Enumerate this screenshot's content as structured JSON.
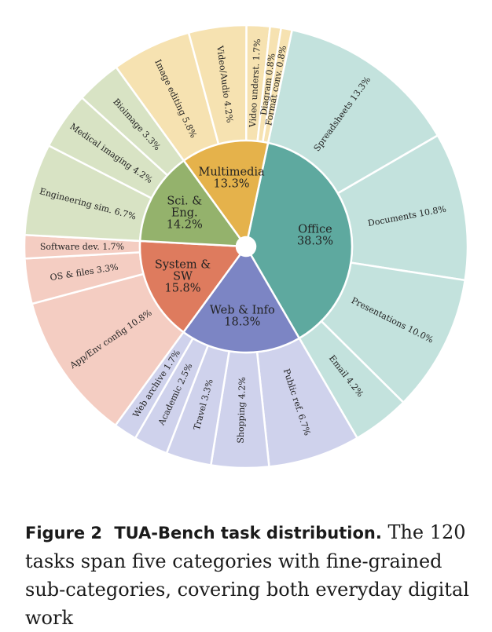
{
  "chart_data": {
    "type": "sunburst",
    "unit": "%",
    "categories": [
      {
        "name": "Office",
        "value": 38.3,
        "color": "#5ea99f",
        "light": "#c3e2dd",
        "children": [
          {
            "name": "Spreadsheets",
            "value": 13.3
          },
          {
            "name": "Documents",
            "value": 10.8
          },
          {
            "name": "Presentations",
            "value": 10.0
          },
          {
            "name": "Email",
            "value": 4.2
          }
        ]
      },
      {
        "name": "Web & Info",
        "value": 18.3,
        "color": "#7c85c4",
        "light": "#cfd2ec",
        "children": [
          {
            "name": "Public ref.",
            "value": 6.7
          },
          {
            "name": "Shopping",
            "value": 4.2
          },
          {
            "name": "Travel",
            "value": 3.3
          },
          {
            "name": "Academic",
            "value": 2.5
          },
          {
            "name": "Web archive",
            "value": 1.7
          }
        ]
      },
      {
        "name": "System & SW",
        "value": 15.8,
        "color": "#de7b5e",
        "light": "#f4cdc2",
        "children": [
          {
            "name": "App/Env config",
            "value": 10.8
          },
          {
            "name": "OS & files",
            "value": 3.3
          },
          {
            "name": "Software dev.",
            "value": 1.7
          }
        ]
      },
      {
        "name": "Sci. & Eng.",
        "value": 14.2,
        "color": "#94b26c",
        "light": "#d8e3c4",
        "children": [
          {
            "name": "Engineering sim.",
            "value": 6.7
          },
          {
            "name": "Medical imaging",
            "value": 4.2
          },
          {
            "name": "Bioimage",
            "value": 3.3
          }
        ]
      },
      {
        "name": "Multimedia",
        "value": 13.3,
        "color": "#e5b24b",
        "light": "#f6e2b1",
        "children": [
          {
            "name": "Image editing",
            "value": 5.8
          },
          {
            "name": "Video/Audio",
            "value": 4.2
          },
          {
            "name": "Video underst.",
            "value": 1.7
          },
          {
            "name": "Diagram",
            "value": 0.8
          },
          {
            "name": "Format conv.",
            "value": 0.8
          }
        ]
      }
    ]
  },
  "caption": {
    "label": "Figure 2",
    "title": "TUA-Bench task distribution.",
    "text": "The 120 tasks span five categories with fine-grained sub-categories, covering both everyday digital work"
  }
}
